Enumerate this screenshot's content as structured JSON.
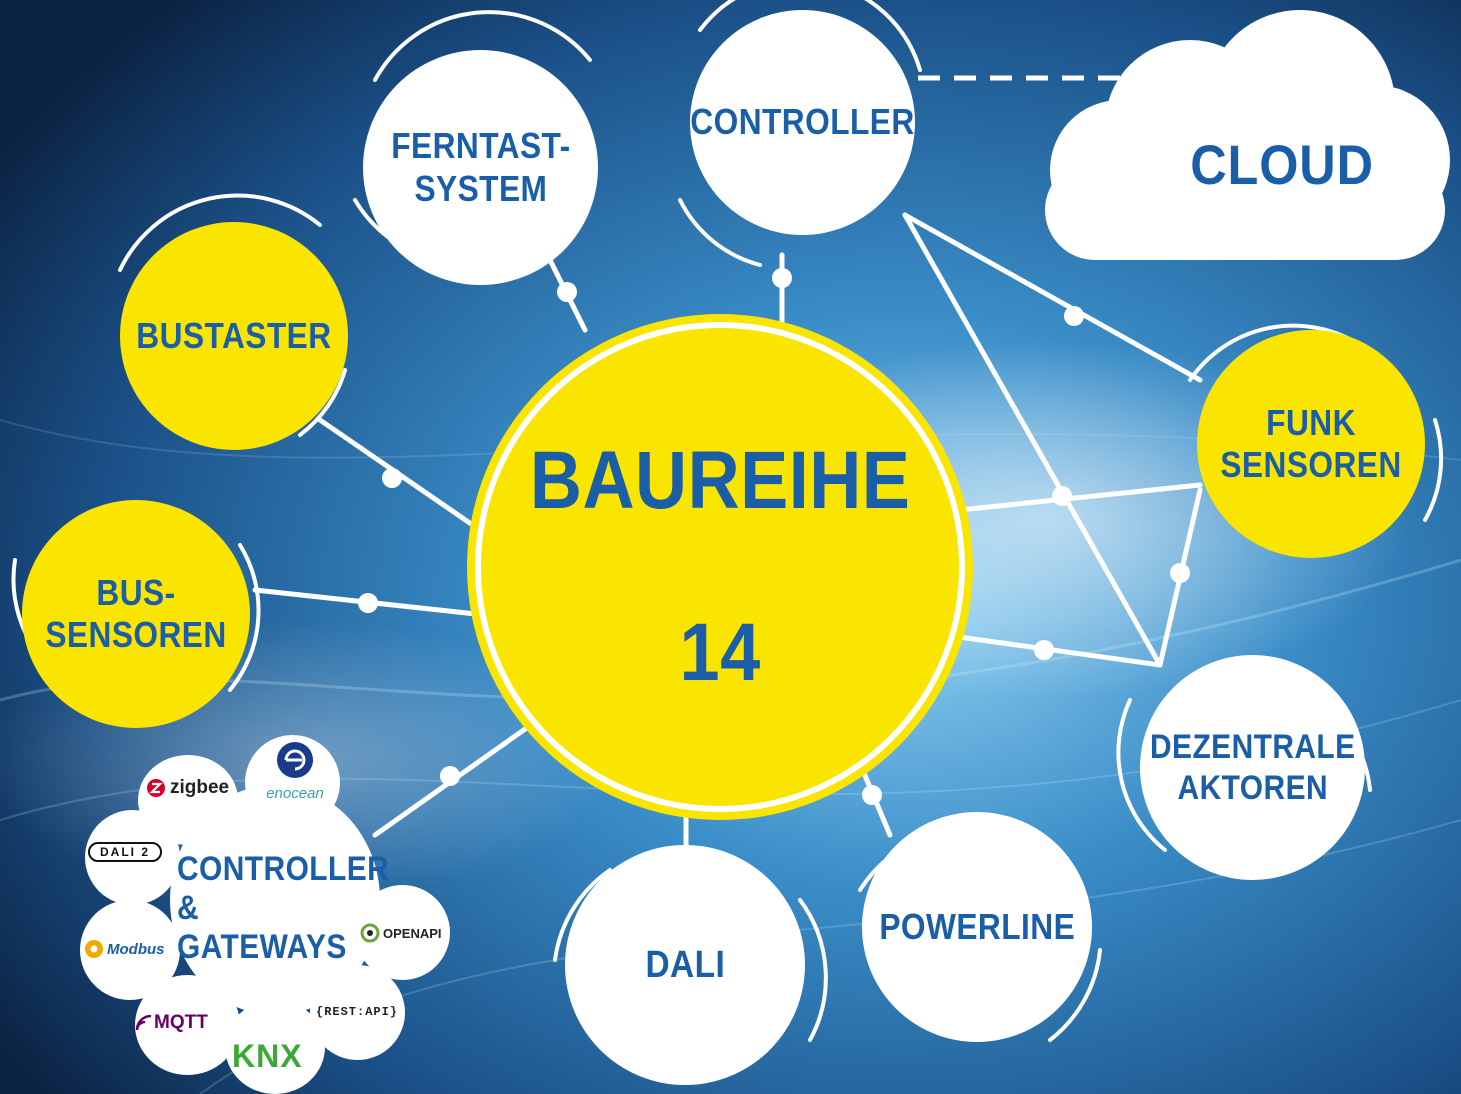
{
  "colors": {
    "blue_text": "#1a5ea8",
    "yellow": "#f9e500",
    "white": "#ffffff",
    "bg_dark": "#0d2a4d",
    "bg_light": "#4aa3d8"
  },
  "center": {
    "line1": "BAUREIHE",
    "line2": "14"
  },
  "cloud": {
    "label": "CLOUD"
  },
  "nodes": {
    "ferntast": "FERNTAST-\nSYSTEM",
    "controller": "CONTROLLER",
    "bustaster": "BUSTASTER",
    "bussensoren": "BUS-\nSENSOREN",
    "funk": "FUNK\nSENSOREN",
    "dezentral": "DEZENTRALE\nAKTOREN",
    "dali": "DALI",
    "powerline": "POWERLINE",
    "gateways": "CONTROLLER\n&\nGATEWAYS"
  },
  "logos": {
    "zigbee": "zigbee",
    "enocean": "enocean",
    "dali2": "DALI 2",
    "modbus": "Modbus",
    "openapi": "OPENAPI",
    "mqtt": "MQTT",
    "knx": "KNX",
    "restapi": "{REST:API}"
  },
  "icons": {
    "enocean": "enocean-icon",
    "zigbee": "zigbee-icon",
    "modbus": "modbus-icon",
    "openapi": "openapi-icon",
    "mqtt": "mqtt-icon"
  }
}
